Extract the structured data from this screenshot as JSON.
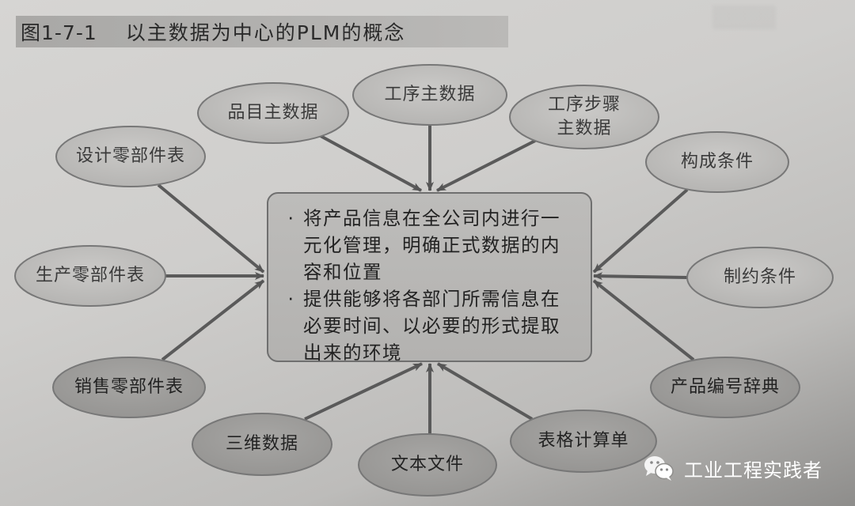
{
  "figure": {
    "number": "图1-7-1",
    "title": "以主数据为中心的PLM的概念"
  },
  "center": {
    "bullets": [
      "将产品信息在全公司内进行一元化管理，明确正式数据的内容和位置",
      "提供能够将各部门所需信息在必要时间、以必要的形式提取出来的环境"
    ],
    "bullet_symbol": "·"
  },
  "nodes": {
    "item_master": "品目主数据",
    "process_master": "工序主数据",
    "process_step_master": "工序步骤\n主数据",
    "design_bom": "设计零部件表",
    "config_conditions": "构成条件",
    "production_bom": "生产零部件表",
    "constraint_conditions": "制约条件",
    "sales_bom": "销售零部件表",
    "product_code_dictionary": "产品编号辞典",
    "3d_data": "三维数据",
    "text_files": "文本文件",
    "spreadsheets": "表格计算单"
  },
  "watermark": {
    "icon": "wechat-icon",
    "label": "工业工程实践者"
  },
  "colors": {
    "ellipse_fill": "#c2c1bf",
    "ellipse_stroke": "#7a7a7a",
    "arrow": "#5a5a5a",
    "box_fill": "#b8b7b5",
    "title_band": "#aeadab"
  }
}
